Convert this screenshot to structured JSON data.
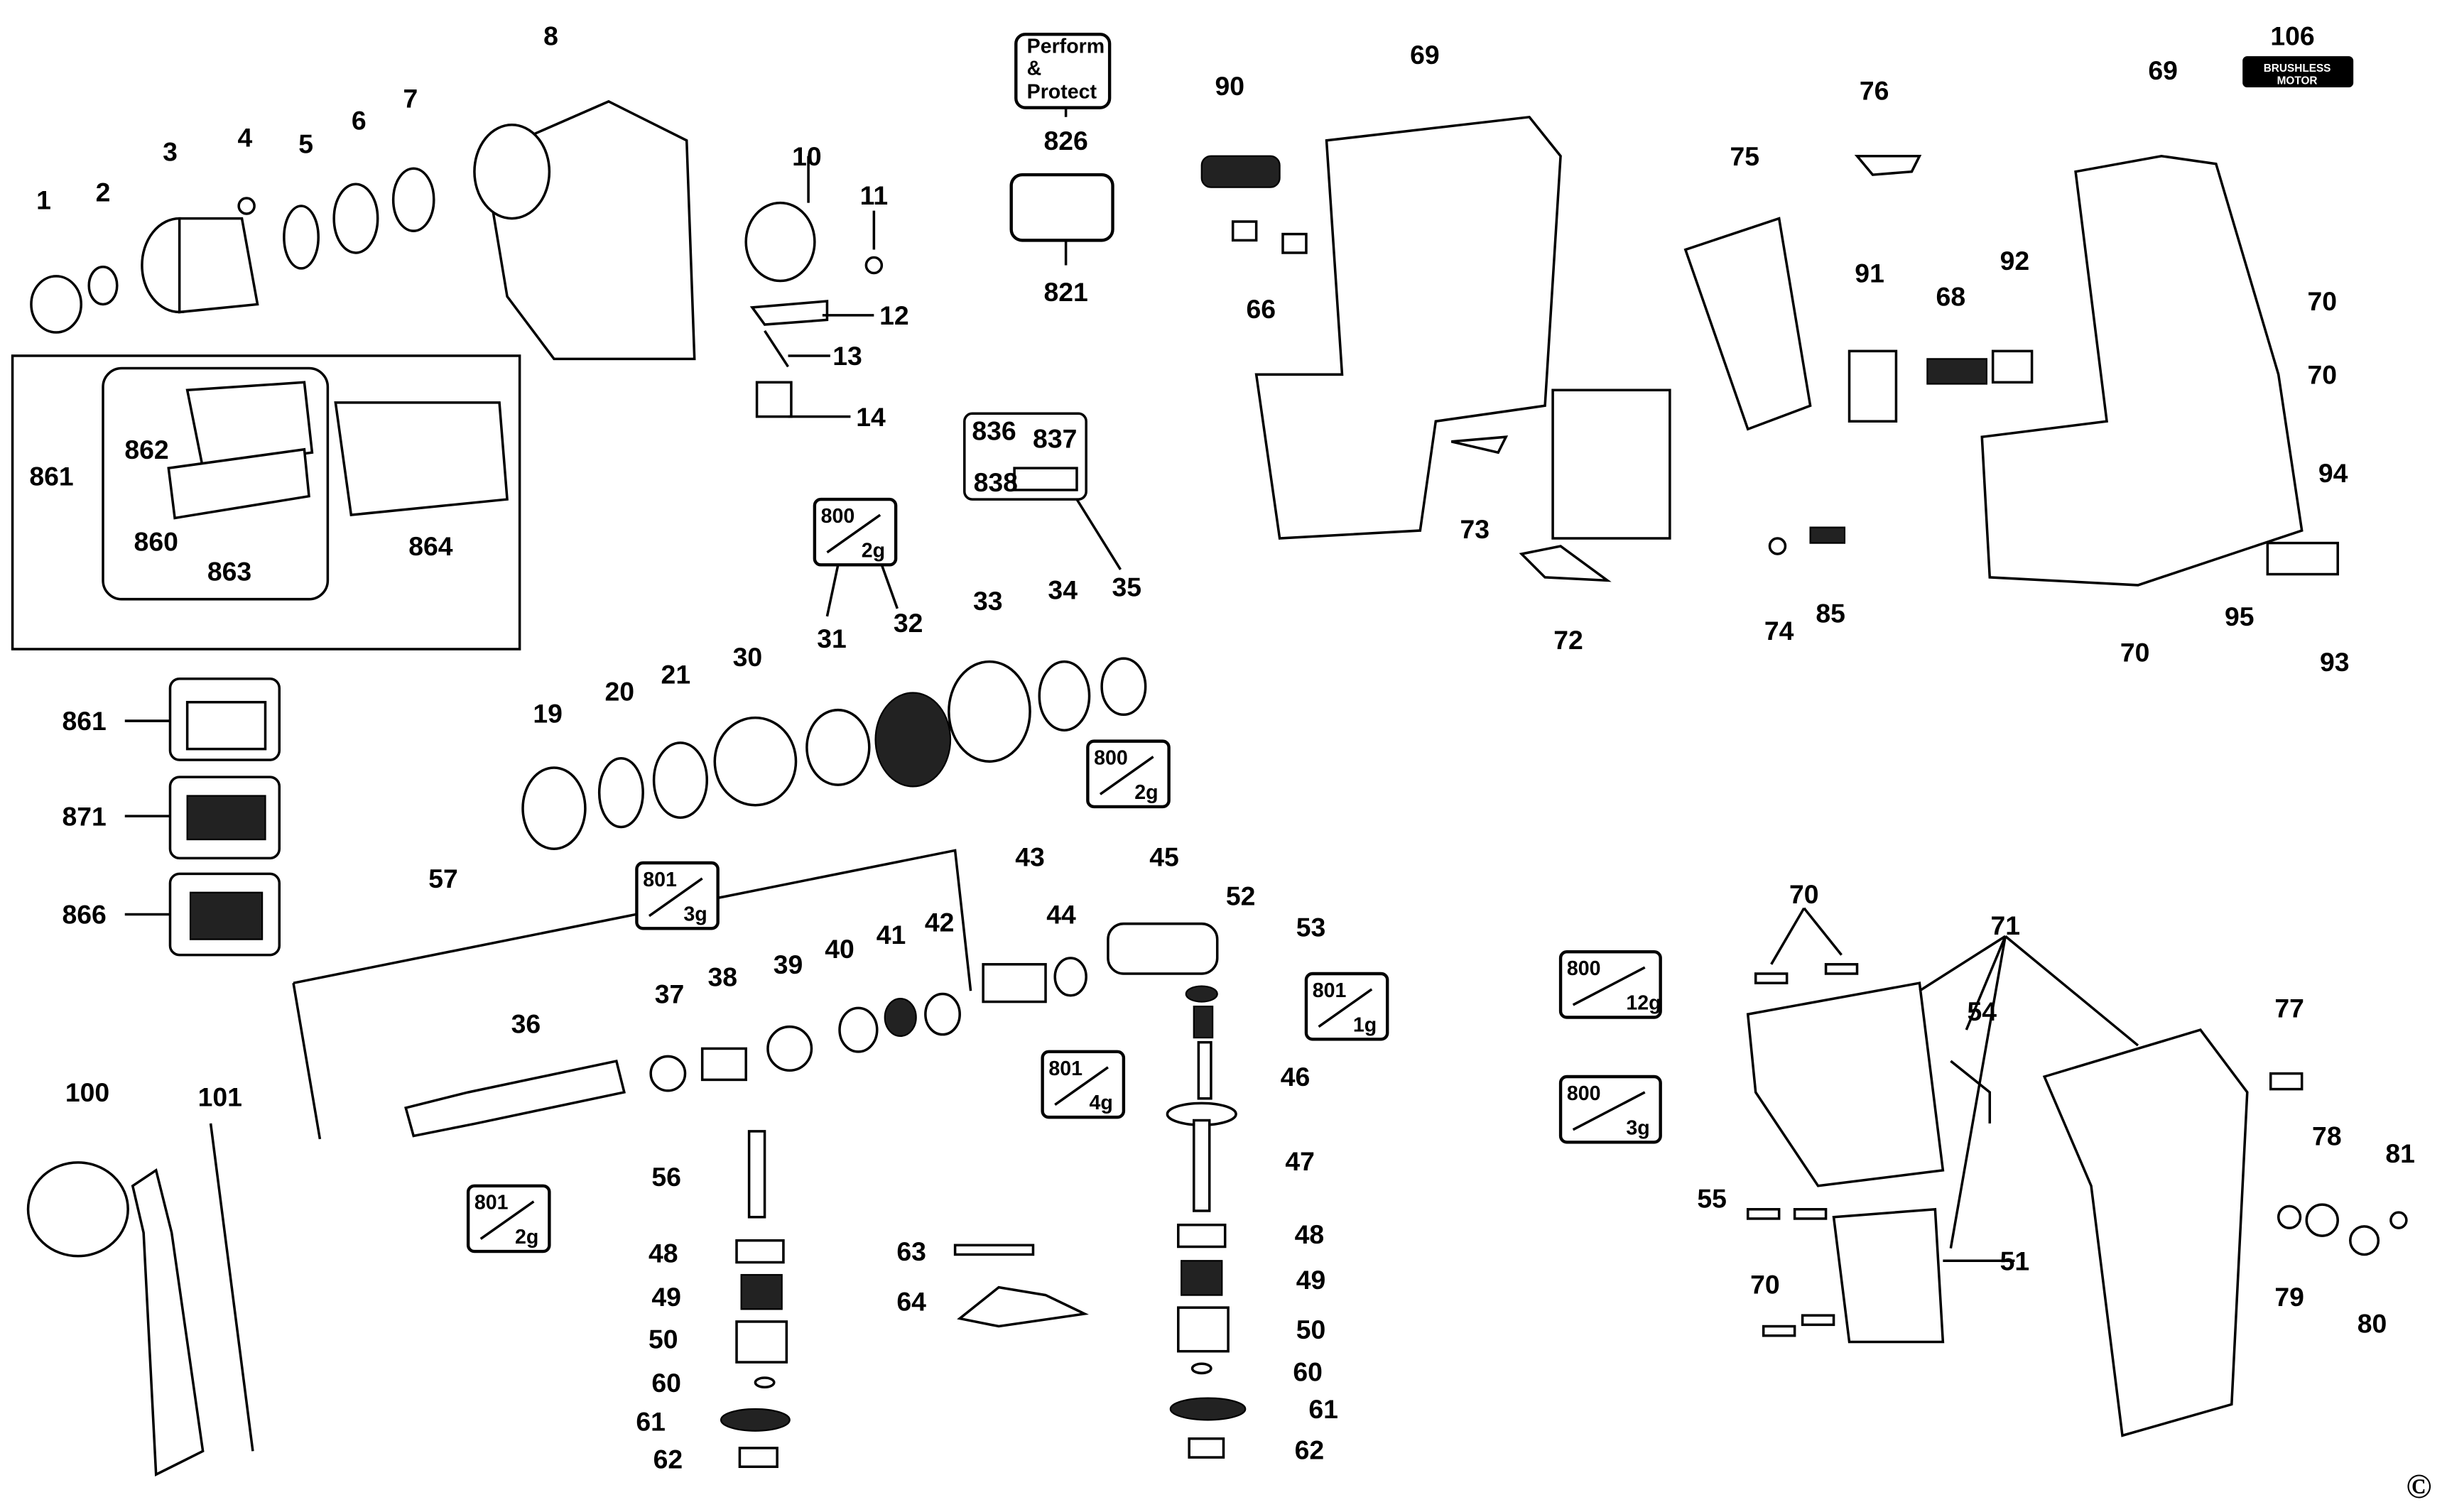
{
  "callouts": [
    "1",
    "2",
    "3",
    "4",
    "5",
    "6",
    "7",
    "8",
    "10",
    "11",
    "12",
    "13",
    "14",
    "826",
    "821",
    "90",
    "69",
    "66",
    "75",
    "76",
    "91",
    "92",
    "68",
    "73",
    "72",
    "74",
    "85",
    "106",
    "69",
    "70",
    "70",
    "94",
    "95",
    "93",
    "70",
    "861",
    "862",
    "860",
    "863",
    "864",
    "836",
    "837",
    "838",
    "31",
    "32",
    "33",
    "34",
    "35",
    "19",
    "20",
    "21",
    "30",
    "861",
    "871",
    "866",
    "43",
    "45",
    "44",
    "52",
    "53",
    "57",
    "38",
    "39",
    "37",
    "36",
    "40",
    "41",
    "42",
    "46",
    "47",
    "100",
    "101",
    "56",
    "48",
    "49",
    "50",
    "60",
    "61",
    "62",
    "63",
    "64",
    "48",
    "49",
    "50",
    "60",
    "61",
    "62",
    "70",
    "71",
    "54",
    "77",
    "78",
    "81",
    "79",
    "80",
    "55",
    "51",
    "70"
  ],
  "badges": [
    {
      "code": "800",
      "qty": "2g"
    },
    {
      "code": "800",
      "qty": "2g"
    },
    {
      "code": "801",
      "qty": "3g"
    },
    {
      "code": "801",
      "qty": "1g"
    },
    {
      "code": "801",
      "qty": "4g"
    },
    {
      "code": "801",
      "qty": "2g"
    },
    {
      "code": "800",
      "qty": "12g"
    },
    {
      "code": "800",
      "qty": "3g"
    }
  ],
  "perform_protect": {
    "line1": "Perform",
    "line2": "&",
    "line3": "Protect"
  },
  "brushless_badge": {
    "line1": "BRUSHLESS",
    "line2": "MOTOR"
  },
  "copyright": "©"
}
